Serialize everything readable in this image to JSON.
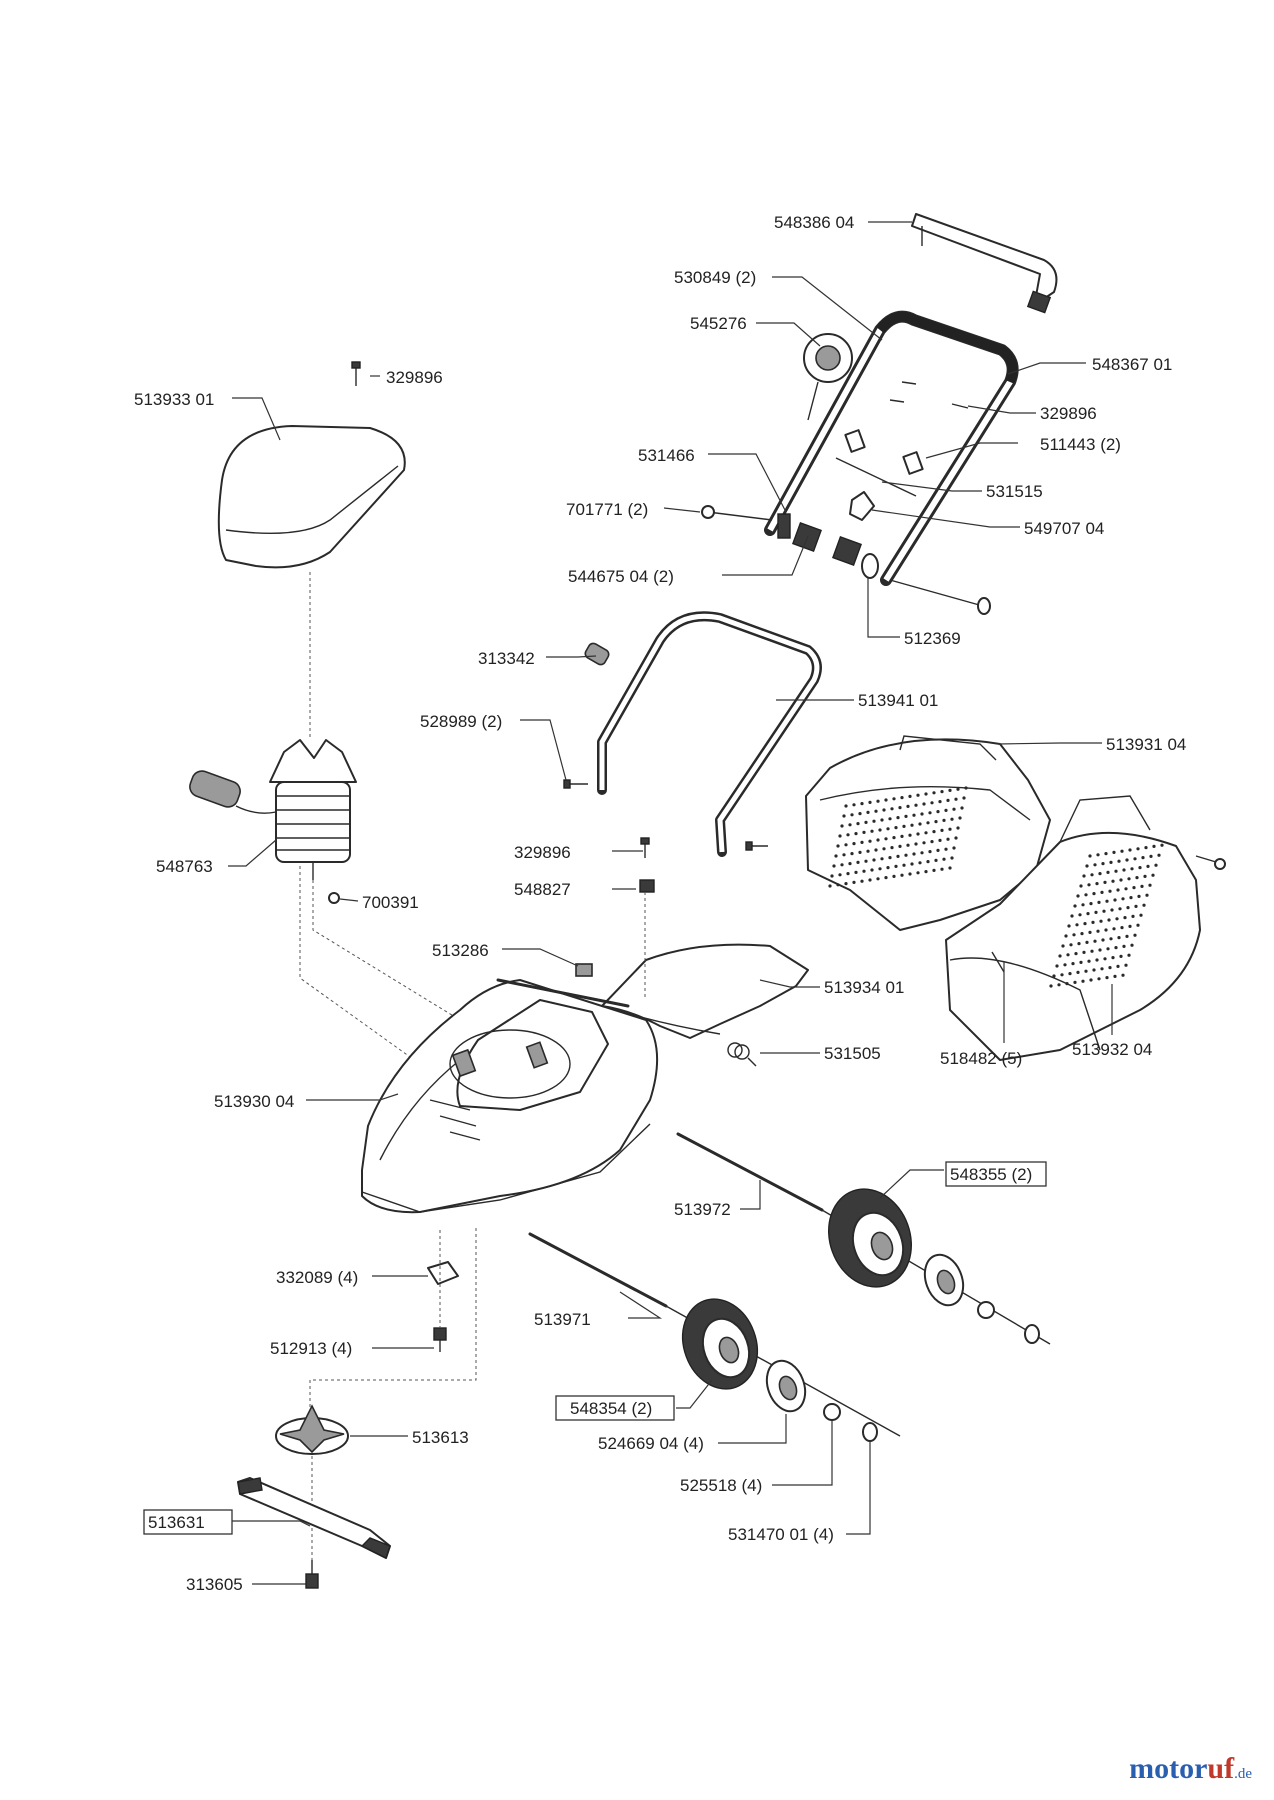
{
  "brand": {
    "part1": "motor",
    "part2": "uf",
    "part3": ".de"
  },
  "labels": [
    {
      "id": "l1",
      "text": "548386 04",
      "boxed": false
    },
    {
      "id": "l2",
      "text": "530849 (2)",
      "boxed": false
    },
    {
      "id": "l3",
      "text": "545276",
      "boxed": false
    },
    {
      "id": "l4",
      "text": "548367 01",
      "boxed": false
    },
    {
      "id": "l5",
      "text": "329896",
      "boxed": false
    },
    {
      "id": "l6",
      "text": "513933 01",
      "boxed": false
    },
    {
      "id": "l7",
      "text": "329896",
      "boxed": false
    },
    {
      "id": "l8",
      "text": "511443 (2)",
      "boxed": false
    },
    {
      "id": "l9",
      "text": "531466",
      "boxed": false
    },
    {
      "id": "l10",
      "text": "531515",
      "boxed": false
    },
    {
      "id": "l11",
      "text": "701771 (2)",
      "boxed": false
    },
    {
      "id": "l12",
      "text": "549707 04",
      "boxed": false
    },
    {
      "id": "l13",
      "text": "544675 04 (2)",
      "boxed": false
    },
    {
      "id": "l14",
      "text": "512369",
      "boxed": false
    },
    {
      "id": "l15",
      "text": "313342",
      "boxed": false
    },
    {
      "id": "l16",
      "text": "513941 01",
      "boxed": false
    },
    {
      "id": "l17",
      "text": "528989 (2)",
      "boxed": false
    },
    {
      "id": "l18",
      "text": "513931 04",
      "boxed": false
    },
    {
      "id": "l19",
      "text": "548763",
      "boxed": false
    },
    {
      "id": "l20",
      "text": "329896",
      "boxed": false
    },
    {
      "id": "l21",
      "text": "548827",
      "boxed": false
    },
    {
      "id": "l22",
      "text": "700391",
      "boxed": false
    },
    {
      "id": "l23",
      "text": "513286",
      "boxed": false
    },
    {
      "id": "l24",
      "text": "513934 01",
      "boxed": false
    },
    {
      "id": "l25",
      "text": "531505",
      "boxed": false
    },
    {
      "id": "l26",
      "text": "518482 (5)",
      "boxed": false
    },
    {
      "id": "l27",
      "text": "513932 04",
      "boxed": false
    },
    {
      "id": "l28",
      "text": "513930 04",
      "boxed": false
    },
    {
      "id": "l29",
      "text": "548355 (2)",
      "boxed": true
    },
    {
      "id": "l30",
      "text": "513972",
      "boxed": false
    },
    {
      "id": "l31",
      "text": "332089 (4)",
      "boxed": false
    },
    {
      "id": "l32",
      "text": "513971",
      "boxed": false
    },
    {
      "id": "l33",
      "text": "512913 (4)",
      "boxed": false
    },
    {
      "id": "l34",
      "text": "548354 (2)",
      "boxed": true
    },
    {
      "id": "l35",
      "text": "524669 04 (4)",
      "boxed": false
    },
    {
      "id": "l36",
      "text": "513613",
      "boxed": false
    },
    {
      "id": "l37",
      "text": "525518 (4)",
      "boxed": false
    },
    {
      "id": "l38",
      "text": "513631",
      "boxed": true
    },
    {
      "id": "l39",
      "text": "531470 01 (4)",
      "boxed": false
    },
    {
      "id": "l40",
      "text": "313605",
      "boxed": false
    }
  ]
}
